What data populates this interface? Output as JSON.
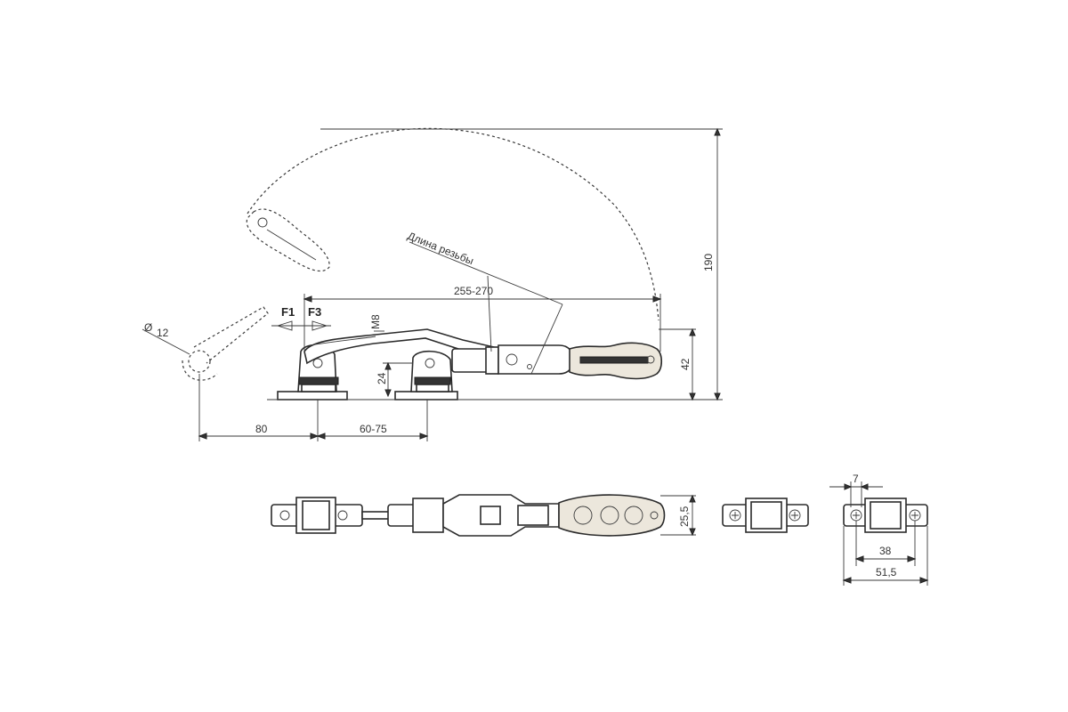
{
  "labels": {
    "thread_length": "Длина резьбы",
    "dim_255_270": "255-270",
    "dim_190": "190",
    "dim_42": "42",
    "dim_24": "24",
    "dim_80": "80",
    "dim_60_75": "60-75",
    "dim_m8": "M8",
    "dim_d12_symbol": "Ø",
    "dim_d12_value": "12",
    "force_f1": "F1",
    "force_f3": "F3",
    "dim_25_5": "25,5",
    "dim_7": "7",
    "dim_38": "38",
    "dim_51_5": "51,5"
  }
}
